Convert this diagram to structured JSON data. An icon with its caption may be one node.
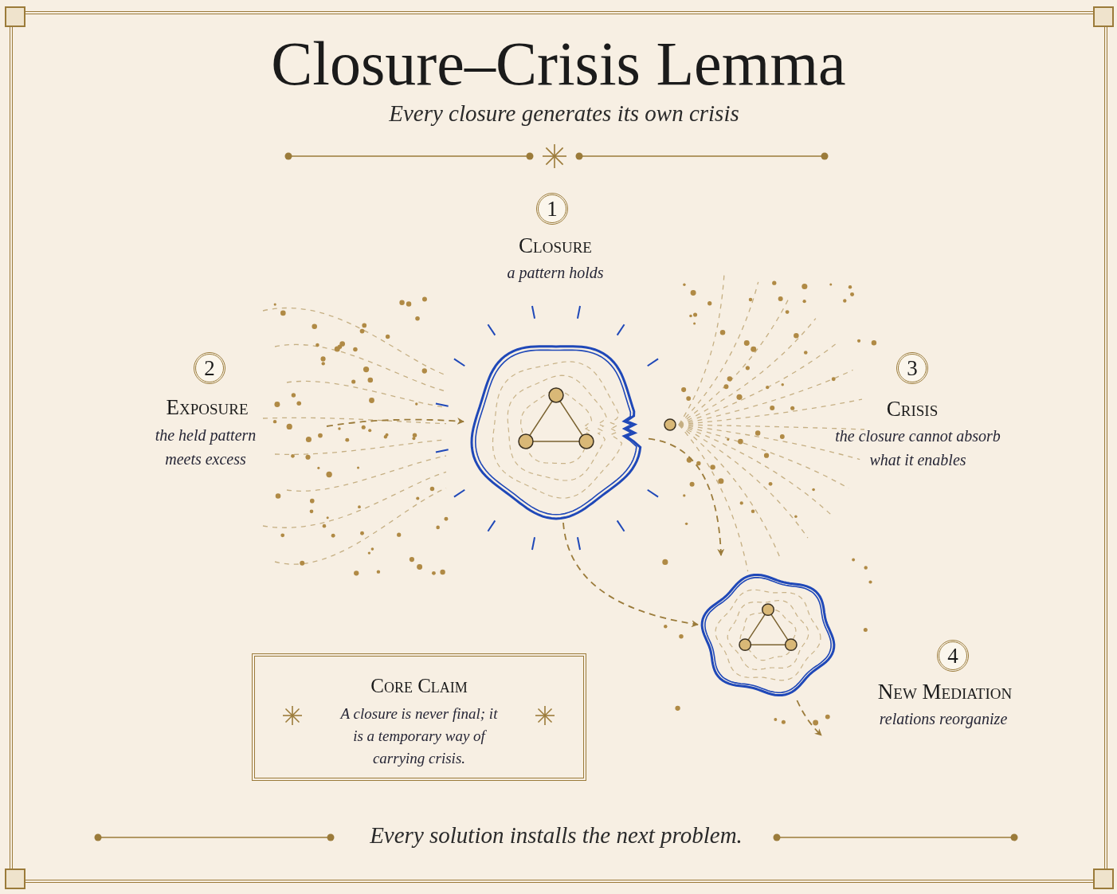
{
  "diagram": {
    "title": "Closure–Crisis Lemma",
    "caption": "Every solution installs the next problem.",
    "nodes": [
      {
        "text": [
          "1"
        ],
        "beside": [
          "Closure",
          "a pattern holds"
        ]
      },
      {
        "text": [
          "2"
        ],
        "beside": [
          "Exposure",
          "the held pattern meets excess"
        ]
      },
      {
        "text": [
          "3"
        ],
        "beside": [
          "Crisis",
          "the closure cannot absorb what it enables"
        ]
      },
      {
        "text": [],
        "shape": "cloud"
      },
      {
        "text": [],
        "shape": "cloud"
      },
      {
        "text": [
          "4"
        ],
        "beside": [
          "New Mediation",
          "relations reorganize"
        ]
      },
      {
        "text": [
          "Core Claim",
          "A closure is never final; it is a temporary way of carrying crisis."
        ]
      }
    ],
    "edges": [
      {
        "from": null,
        "to": 3,
        "arrow": "to",
        "style": "dashed"
      },
      {
        "from": 3,
        "to": 4,
        "arrow": "to",
        "style": "dashed"
      },
      {
        "from": 3,
        "to": null,
        "arrow": "to",
        "style": "dashed"
      },
      {
        "from": 4,
        "to": null,
        "arrow": "to",
        "style": "dashed"
      }
    ],
    "labels": [
      "Every closure generates its own crisis"
    ]
  }
}
